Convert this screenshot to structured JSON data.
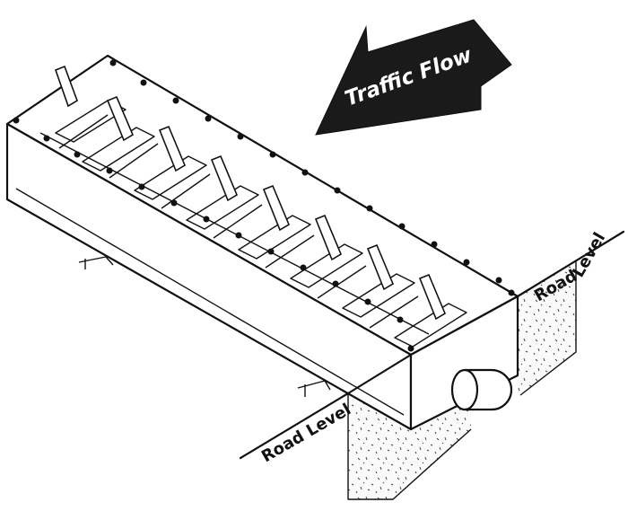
{
  "labels": {
    "traffic_flow": "Traffic Flow",
    "road_level_left": "Road Level",
    "road_level_right_1": "Road",
    "road_level_right_2": "Level"
  },
  "colors": {
    "ink": "#111111",
    "soil_fill": "#f4f4f4",
    "arrow_fill": "#1a1a1a"
  },
  "diagram": {
    "slots": 8,
    "deflector_plates": 8
  }
}
